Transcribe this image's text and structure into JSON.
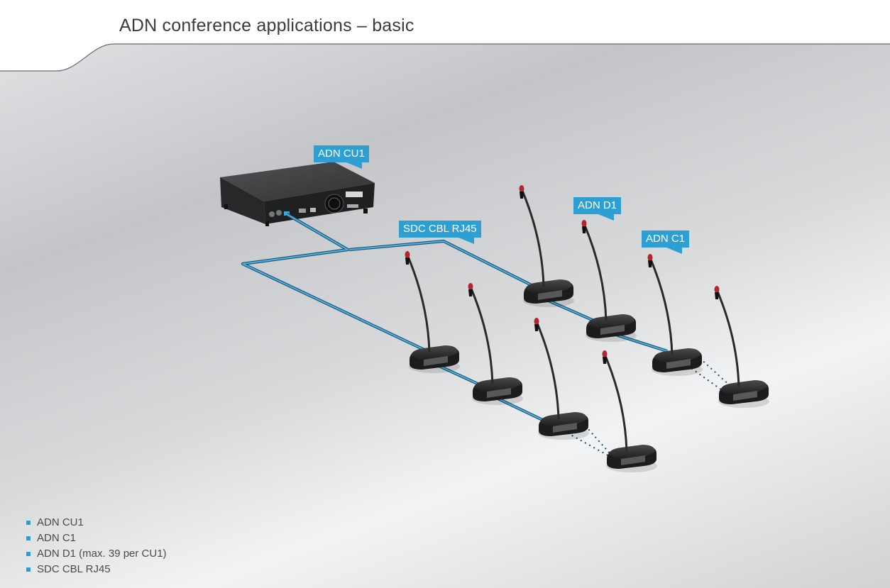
{
  "title": "ADN conference applications – basic",
  "callouts": {
    "cu1": "ADN CU1",
    "d1": "ADN D1",
    "c1": "ADN C1",
    "cable": "SDC CBL RJ45"
  },
  "legend": [
    {
      "label": "ADN CU1"
    },
    {
      "label": "ADN C1"
    },
    {
      "label": "ADN D1 (max. 39 per CU1)"
    },
    {
      "label": "SDC CBL RJ45"
    }
  ],
  "colors": {
    "accent": "#2e9fd3",
    "cable": "#3aa7dc",
    "device": "#2b2b2b"
  }
}
